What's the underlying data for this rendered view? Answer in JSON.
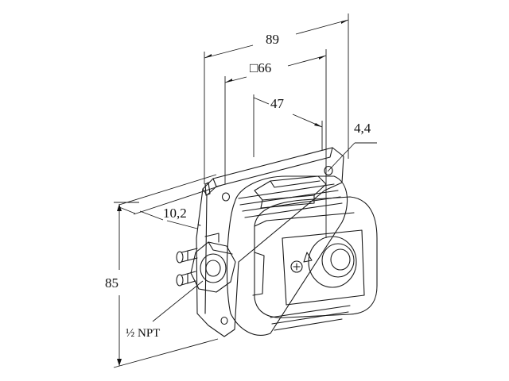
{
  "drawing": {
    "dimensions": {
      "overall_width": "89",
      "square_body": "□66",
      "hole_spacing": "47",
      "hole_diameter": "4,4",
      "flange_depth": "10,2",
      "height": "85"
    },
    "port_label": "½ NPT"
  }
}
